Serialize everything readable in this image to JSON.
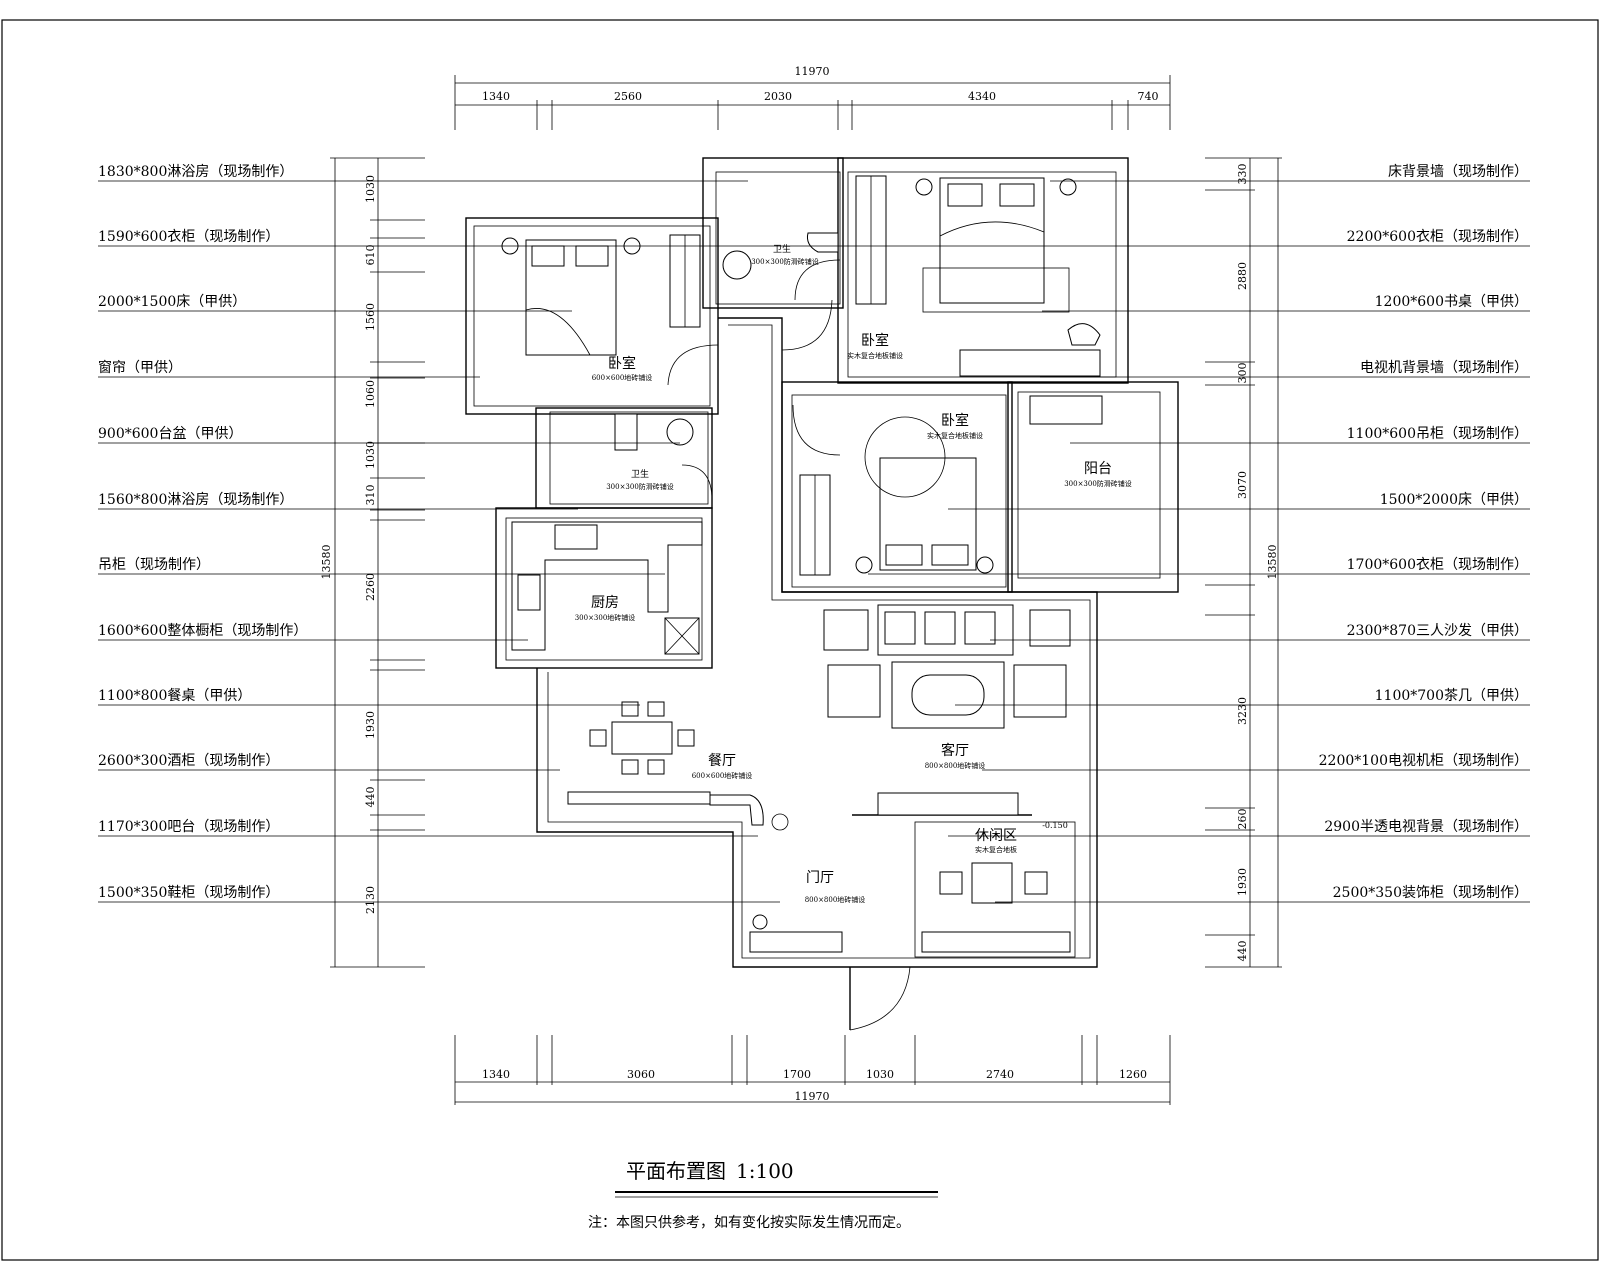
{
  "dims": {
    "total": "11970",
    "top": [
      "1340",
      "2560",
      "2030",
      "4340",
      "740"
    ],
    "bottom": [
      "1340",
      "3060",
      "1700",
      "1030",
      "2740",
      "1260"
    ],
    "left": [
      "1030",
      "610",
      "1560",
      "1060",
      "1030",
      "310",
      "2260",
      "1930",
      "440",
      "2130"
    ],
    "right": [
      "330",
      "2880",
      "300",
      "3070",
      "3230",
      "260",
      "1930",
      "440"
    ],
    "height": "13580"
  },
  "labels_left": [
    "1830*800淋浴房（现场制作）",
    "1590*600衣柜（现场制作）",
    "2000*1500床（甲供）",
    "窗帘（甲供）",
    "900*600台盆（甲供）",
    "1560*800淋浴房（现场制作）",
    "吊柜（现场制作）",
    "1600*600整体橱柜（现场制作）",
    "1100*800餐桌（甲供）",
    "2600*300酒柜（现场制作）",
    "1170*300吧台（现场制作）",
    "1500*350鞋柜（现场制作）"
  ],
  "labels_right": [
    "床背景墙（现场制作）",
    "2200*600衣柜（现场制作）",
    "1200*600书桌（甲供）",
    "电视机背景墙（现场制作）",
    "1100*600吊柜（现场制作）",
    "1500*2000床（甲供）",
    "1700*600衣柜（现场制作）",
    "2300*870三人沙发（甲供）",
    "1100*700茶几（甲供）",
    "2200*100电视机柜（现场制作）",
    "2900半透电视背景（现场制作）",
    "2500*350装饰柜（现场制作）"
  ],
  "rooms": {
    "bedroom1": "卧室",
    "bedroom2": "卧室",
    "bedroom3": "卧室",
    "balcony": "阳台",
    "kitchen": "厨房",
    "living": "客厅",
    "dining": "餐厅",
    "foyer": "门厅",
    "leisure": "休闲区",
    "wc1": "卫生",
    "wc2": "卫生"
  },
  "floor_notes": {
    "bedroom1": "600×600地砖铺设",
    "bedroom2": "实木复合地板铺设",
    "bedroom3": "实木复合地板铺设",
    "balcony": "300×300防滑砖铺设",
    "kitchen": "300×300地砖铺设",
    "living": "800×800地砖铺设",
    "dining": "600×600地砖铺设",
    "foyer": "800×800地砖铺设",
    "leisure": "实木复合地板",
    "wc1": "300×300防滑砖铺设",
    "wc2": "300×300防滑砖铺设"
  },
  "level_mark": "-0.150",
  "title": "平面布置图",
  "scale": "1:100",
  "note": "注：本图只供参考，如有变化按实际发生情况而定。"
}
